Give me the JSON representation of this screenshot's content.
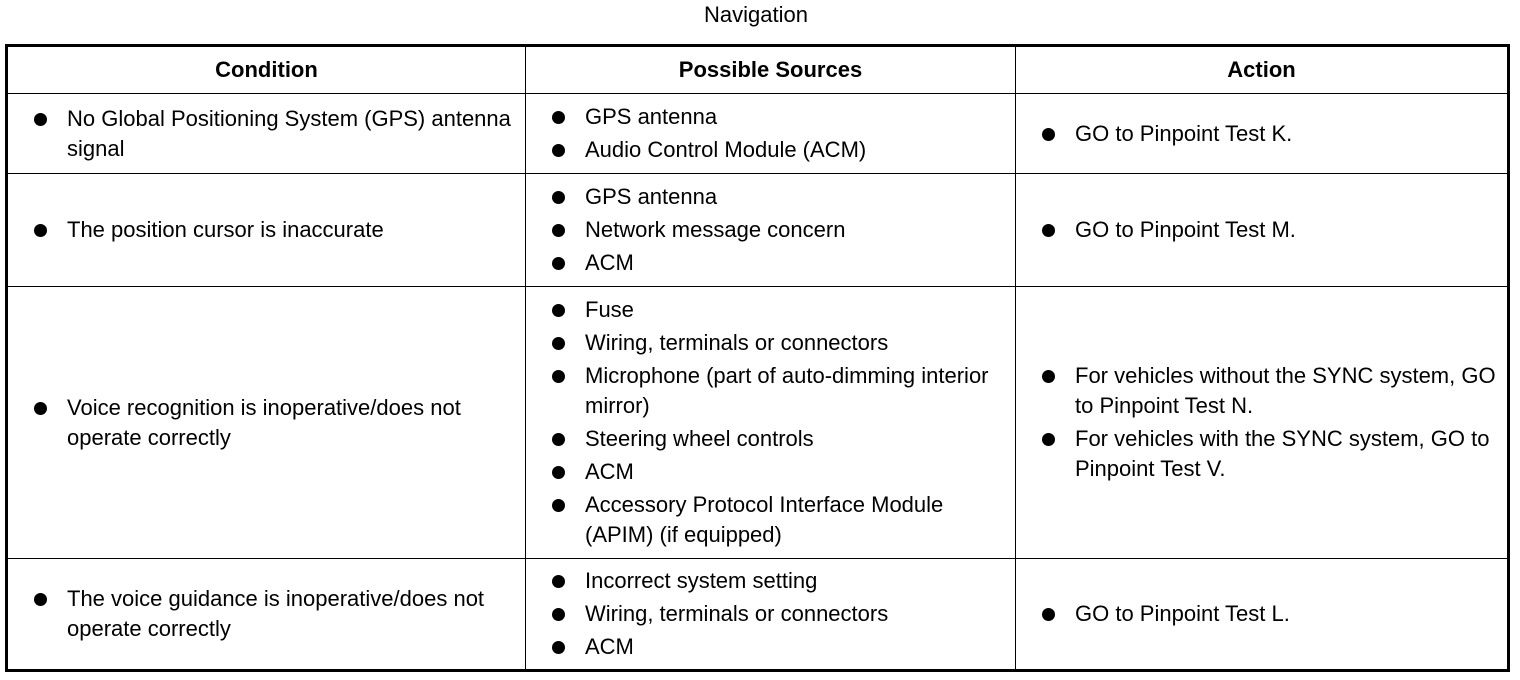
{
  "caption": "Navigation",
  "table": {
    "headers": [
      "Condition",
      "Possible Sources",
      "Action"
    ],
    "rows": [
      {
        "condition": [
          "No Global Positioning System (GPS) antenna signal"
        ],
        "sources": [
          "GPS antenna",
          "Audio Control Module (ACM)"
        ],
        "actions": [
          "GO to Pinpoint Test K."
        ]
      },
      {
        "condition": [
          "The position cursor is inaccurate"
        ],
        "sources": [
          "GPS antenna",
          "Network message concern",
          "ACM"
        ],
        "actions": [
          "GO to Pinpoint Test M."
        ]
      },
      {
        "condition": [
          "Voice recognition is inoperative/does not operate correctly"
        ],
        "sources": [
          "Fuse",
          "Wiring, terminals or connectors",
          "Microphone (part of auto-dimming interior mirror)",
          "Steering wheel controls",
          "ACM",
          "Accessory Protocol Interface Module (APIM) (if equipped)"
        ],
        "actions": [
          "For vehicles without the SYNC system, GO to Pinpoint Test N.",
          "For vehicles with the SYNC system, GO to Pinpoint Test V."
        ]
      },
      {
        "condition": [
          "The voice guidance is inoperative/does not operate correctly"
        ],
        "sources": [
          "Incorrect system setting",
          "Wiring, terminals or connectors",
          "ACM"
        ],
        "actions": [
          "GO to Pinpoint Test L."
        ]
      }
    ]
  }
}
